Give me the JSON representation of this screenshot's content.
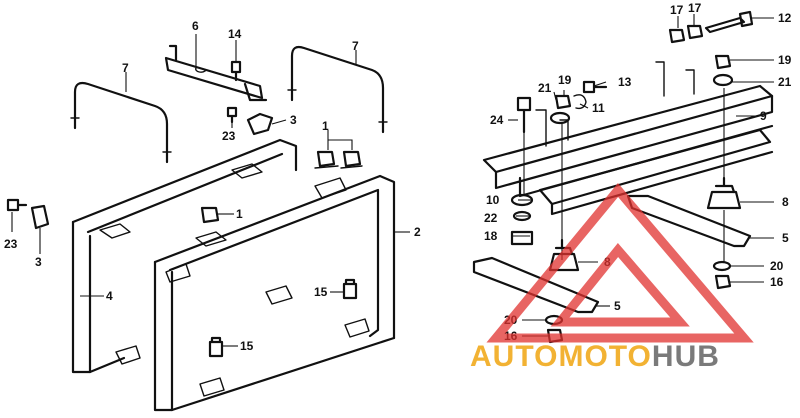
{
  "callouts": [
    {
      "id": "c1",
      "label": "6"
    },
    {
      "id": "c2",
      "label": "14"
    },
    {
      "id": "c3",
      "label": "7"
    },
    {
      "id": "c4",
      "label": "7"
    },
    {
      "id": "c5",
      "label": "3"
    },
    {
      "id": "c6",
      "label": "23"
    },
    {
      "id": "c7",
      "label": "1"
    },
    {
      "id": "c8",
      "label": "1"
    },
    {
      "id": "c9",
      "label": "2"
    },
    {
      "id": "c10",
      "label": "4"
    },
    {
      "id": "c11",
      "label": "23"
    },
    {
      "id": "c12",
      "label": "3"
    },
    {
      "id": "c13",
      "label": "15"
    },
    {
      "id": "c14",
      "label": "15"
    },
    {
      "id": "c15",
      "label": "17"
    },
    {
      "id": "c16",
      "label": "17"
    },
    {
      "id": "c17",
      "label": "12"
    },
    {
      "id": "c18",
      "label": "19"
    },
    {
      "id": "c19",
      "label": "21"
    },
    {
      "id": "c20",
      "label": "21"
    },
    {
      "id": "c21",
      "label": "19"
    },
    {
      "id": "c22",
      "label": "13"
    },
    {
      "id": "c23",
      "label": "11"
    },
    {
      "id": "c24",
      "label": "24"
    },
    {
      "id": "c25",
      "label": "9"
    },
    {
      "id": "c26",
      "label": "10"
    },
    {
      "id": "c27",
      "label": "22"
    },
    {
      "id": "c28",
      "label": "18"
    },
    {
      "id": "c29",
      "label": "8"
    },
    {
      "id": "c30",
      "label": "8"
    },
    {
      "id": "c31",
      "label": "5"
    },
    {
      "id": "c32",
      "label": "20"
    },
    {
      "id": "c33",
      "label": "16"
    },
    {
      "id": "c34",
      "label": "5"
    },
    {
      "id": "c35",
      "label": "20"
    },
    {
      "id": "c36",
      "label": "16"
    }
  ],
  "watermark": {
    "text_part1": "AUTO",
    "text_part2": "MOTO",
    "text_part3": "HUB",
    "color_primary": "#f2b233",
    "color_secondary": "#f2b233",
    "color_tertiary": "#7a7a7a",
    "shape_color": "#e0322f"
  }
}
